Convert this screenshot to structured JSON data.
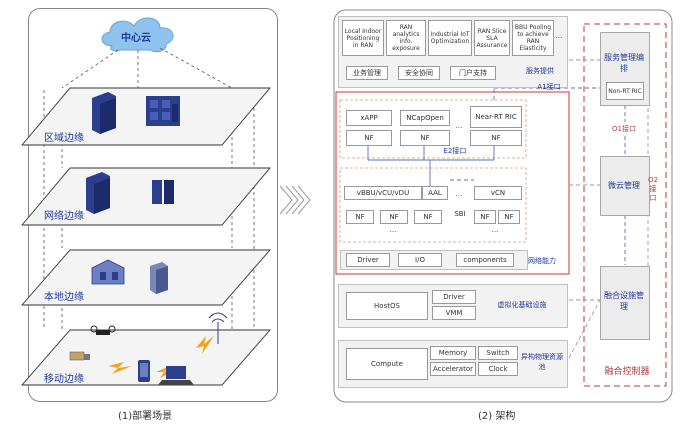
{
  "left": {
    "cloud_label": "中心云",
    "layers": [
      "区域边缘",
      "网络边缘",
      "本地边缘",
      "移动边缘"
    ],
    "caption": "(1)部署场景"
  },
  "right": {
    "caption": "(2) 架构",
    "service": {
      "items": [
        "Local Indoor Positioning in RAN",
        "RAN analytics info. exposure",
        "Industrial IoT Optimization",
        "RAN Slice SLA Assurance",
        "BBU Pooling to achieve RAN Elasticity",
        "..."
      ],
      "buttons": [
        "业务管理",
        "安全协同",
        "门户支持"
      ],
      "label": "服务提供"
    },
    "a1": "A1接口",
    "e2": "E2接口",
    "sbi": "SBI",
    "o1": "O1接口",
    "o2": "O2接口",
    "network": {
      "xapp": "xAPP",
      "ncapopen": "NCapOpen",
      "nearrt": "Near-RT RIC",
      "nf": "NF",
      "dots": "...",
      "vbbu": "vBBU/vCU/vDU",
      "aal": "AAL",
      "vcn": "vCN",
      "driver": "Driver",
      "io": "I/O",
      "components": "components",
      "label": "网络能力"
    },
    "virt": {
      "hostos": "HostOS",
      "driver": "Driver",
      "vmm": "VMM",
      "label": "虚拟化基础设施"
    },
    "phys": {
      "compute": "Compute",
      "memory": "Memory",
      "switch": "Switch",
      "accelerator": "Accelerator",
      "clock": "Clock",
      "label": "异构物理资源池"
    },
    "mgmt": {
      "service_mgmt": "服务管理编排",
      "nonrt": "Non-RT RIC",
      "cloud_mgmt": "微云管理",
      "infra_mgmt": "融合设施管理",
      "controller": "融合控制器"
    }
  },
  "colors": {
    "accent_blue": "#1f3a9a",
    "accent_red": "#d9302b",
    "cloud": "#8fc3ee"
  }
}
